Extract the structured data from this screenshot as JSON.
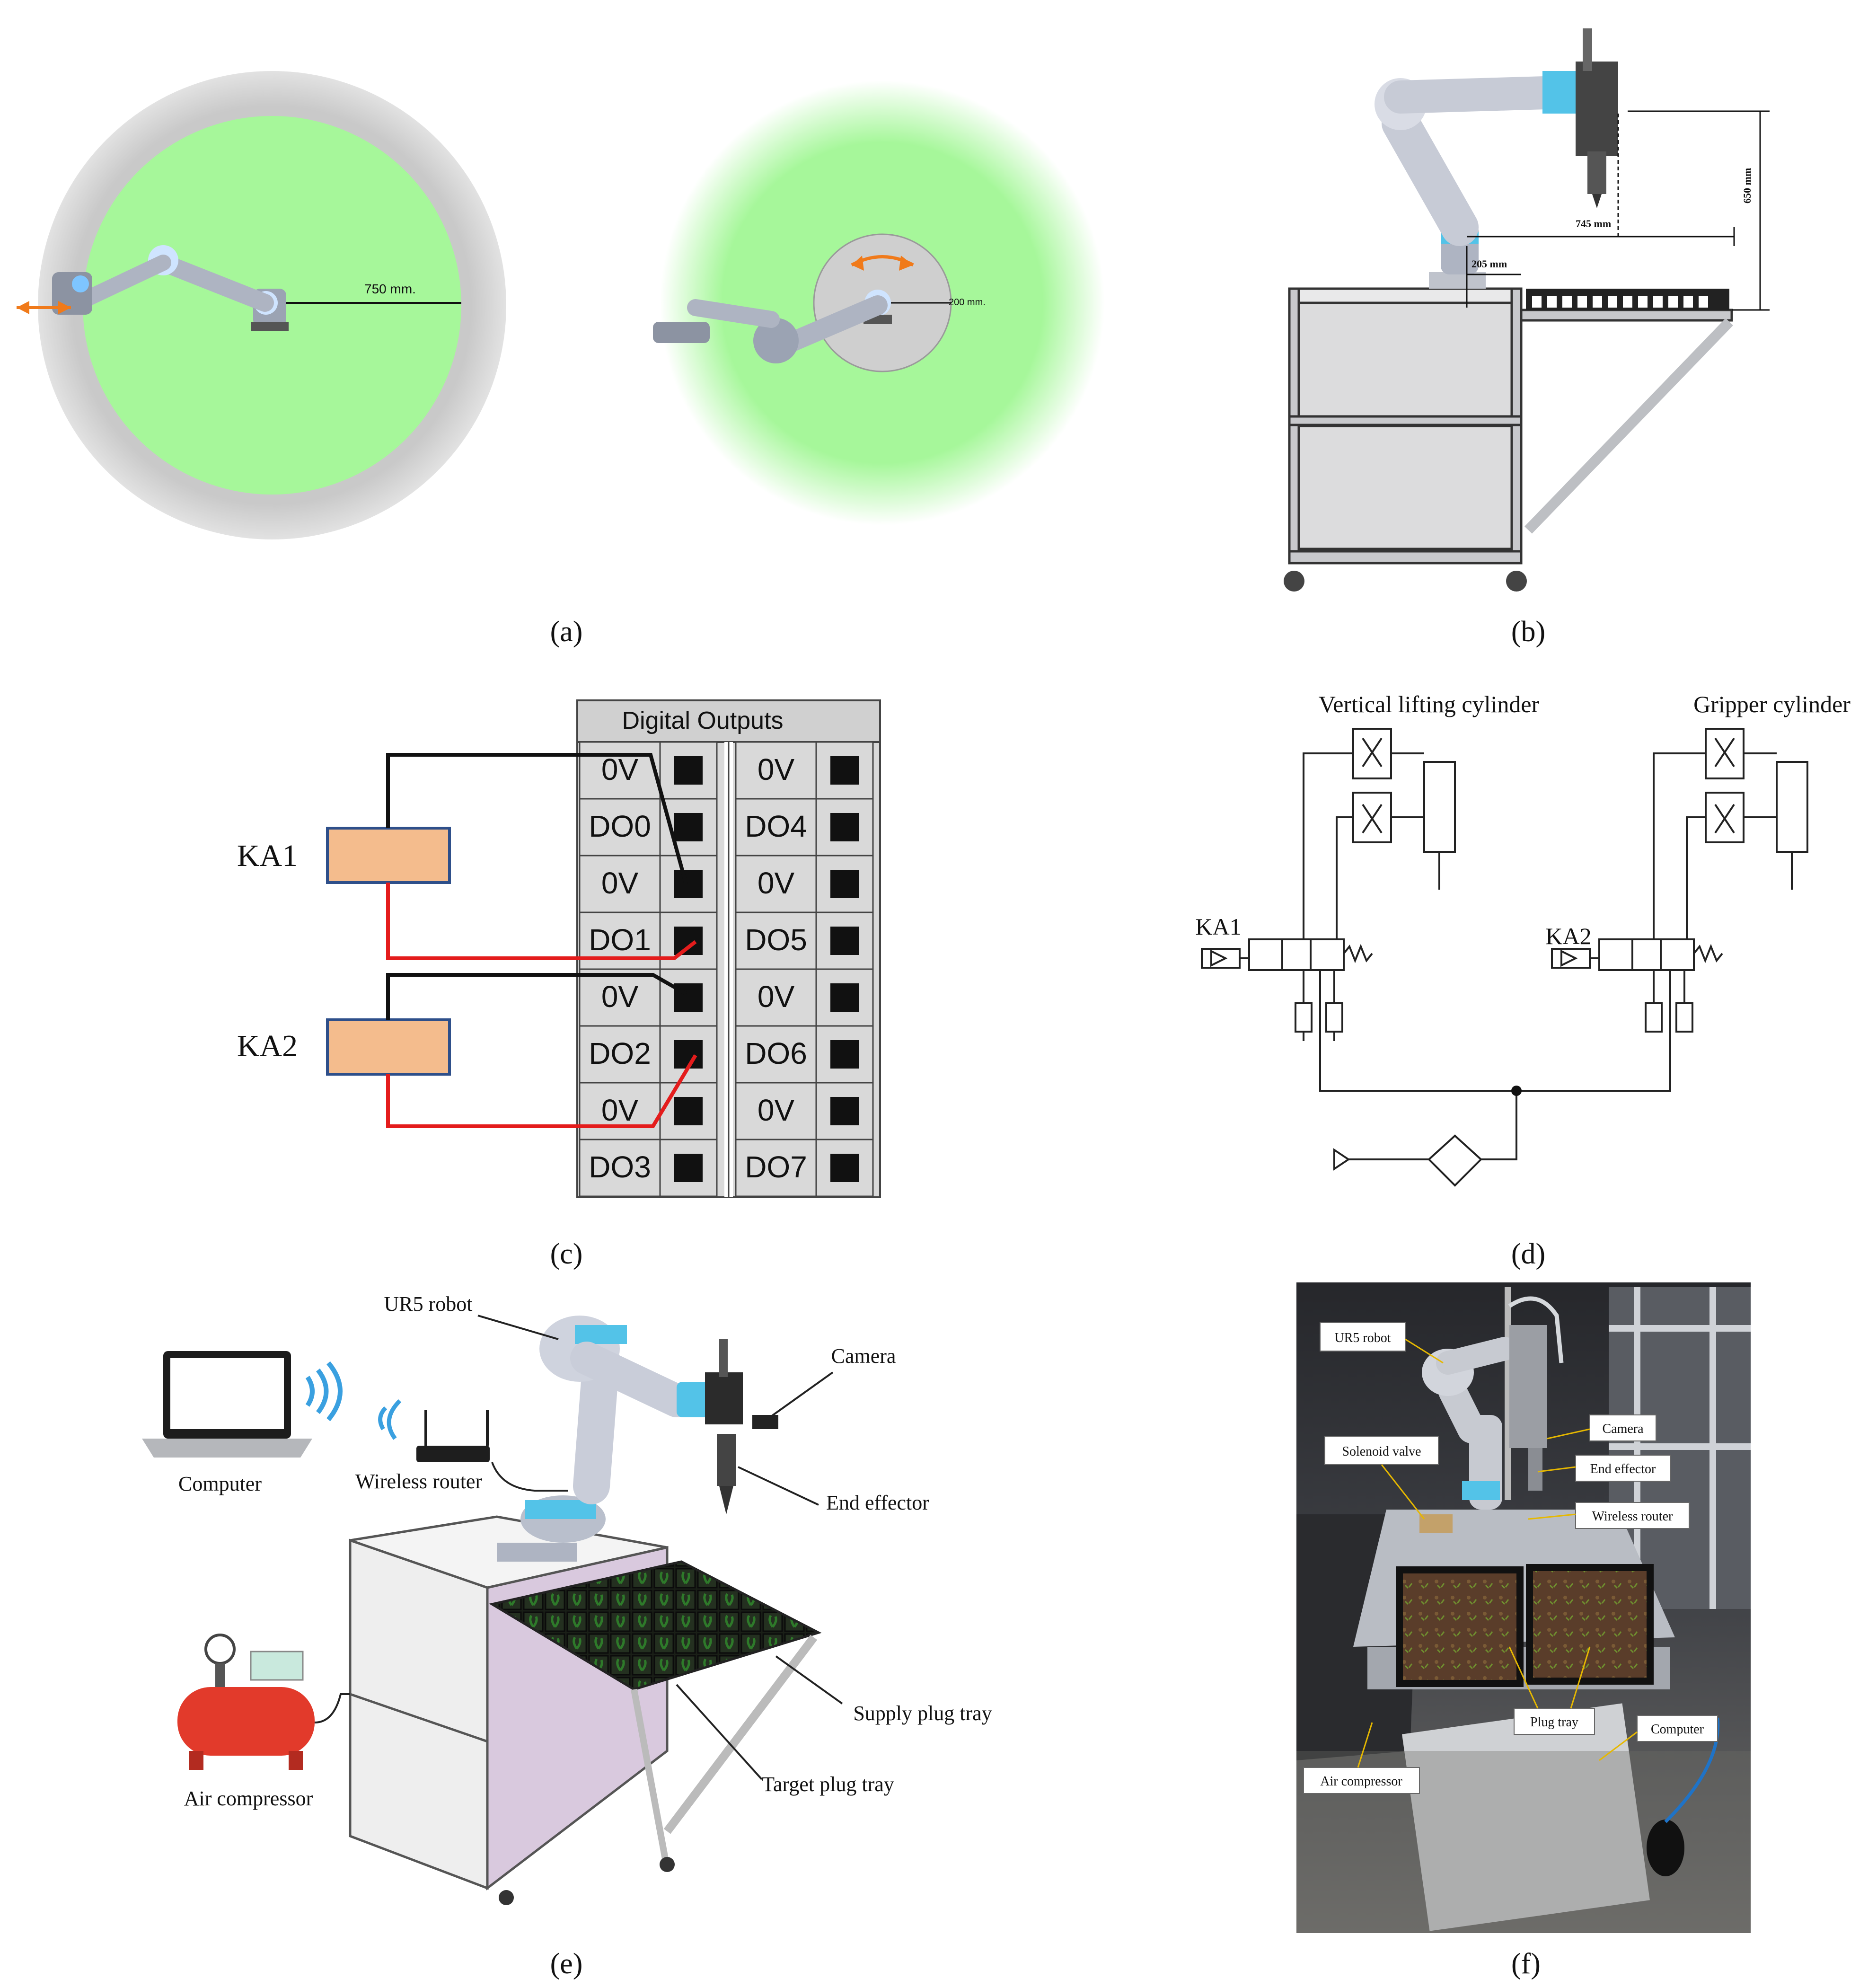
{
  "panel_labels": {
    "a": "(a)",
    "b": "(b)",
    "c": "(c)",
    "d": "(d)",
    "e": "(e)",
    "f": "(f)"
  },
  "panel_a": {
    "reach_label": "750 mm.",
    "inner_label": "200 mm."
  },
  "panel_b": {
    "dim_height": "650 mm",
    "dim_reach": "745 mm",
    "dim_offset": "205 mm"
  },
  "panel_c": {
    "relay_1": "KA1",
    "relay_2": "KA2",
    "table_header": "Digital Outputs",
    "left_column": [
      "0V",
      "DO0",
      "0V",
      "DO1",
      "0V",
      "DO2",
      "0V",
      "DO3"
    ],
    "right_column": [
      "0V",
      "DO4",
      "0V",
      "DO5",
      "0V",
      "DO6",
      "0V",
      "DO7"
    ]
  },
  "panel_d": {
    "vertical_cylinder": "Vertical lifting cylinder",
    "gripper_cylinder": "Gripper cylinder",
    "valve_1": "KA1",
    "valve_2": "KA2"
  },
  "panel_e": {
    "ur5": "UR5 robot",
    "camera": "Camera",
    "computer": "Computer",
    "router": "Wireless router",
    "end_effector": "End effector",
    "supply_tray": "Supply plug tray",
    "air_compressor": "Air compressor",
    "target_tray": "Target plug tray"
  },
  "panel_f": {
    "ur5": "UR5 robot",
    "camera": "Camera",
    "solenoid": "Solenoid valve",
    "end_effector": "End effector",
    "router": "Wireless router",
    "plug_tray": "Plug tray",
    "computer": "Computer",
    "air_compressor": "Air compressor"
  },
  "colors": {
    "workspace_green": "#a6f79a",
    "workspace_grey": "#c9c9c9",
    "relay_fill": "#f4bc8d",
    "relay_border": "#2e4f8a",
    "wire_red": "#e41c1c",
    "robot_accent": "#53c3e8",
    "compressor_red": "#e23a2b",
    "pad_fill": "#111111"
  }
}
